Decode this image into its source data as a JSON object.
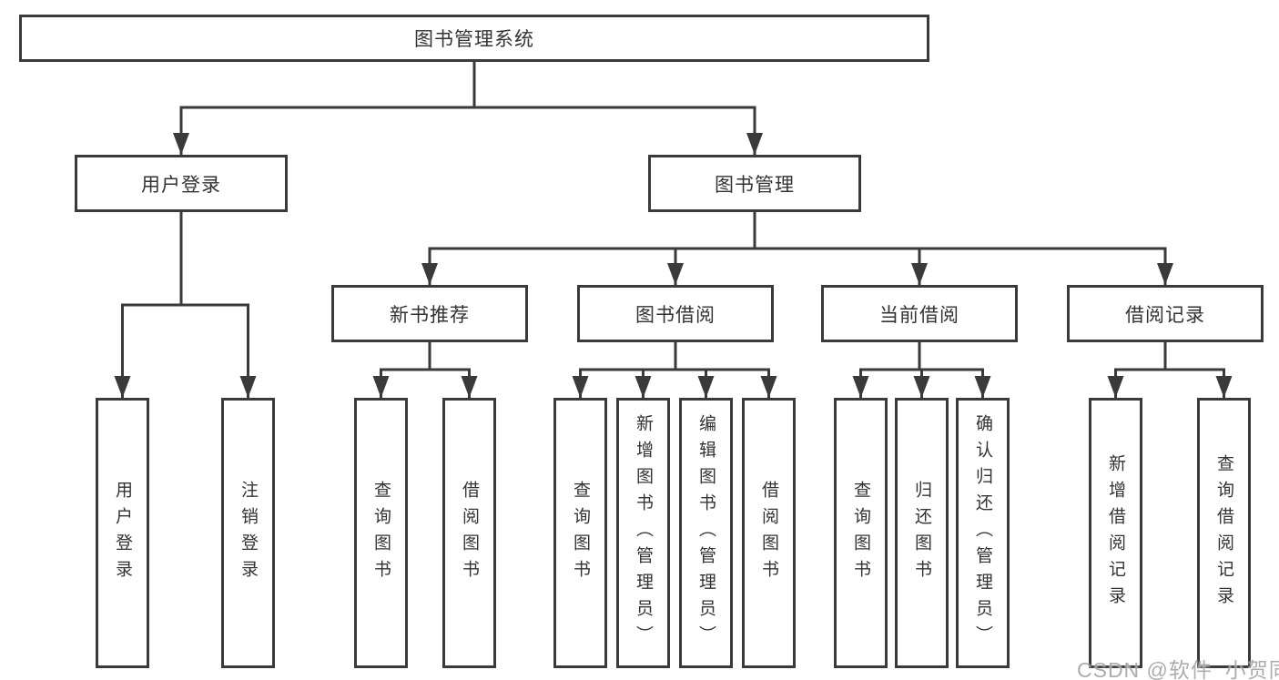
{
  "diagram": {
    "root": {
      "label": "图书管理系统"
    },
    "level2": [
      {
        "id": "user-login",
        "label": "用户登录"
      },
      {
        "id": "book-management",
        "label": "图书管理"
      }
    ],
    "level3": [
      {
        "id": "new-book-recommend",
        "label": "新书推荐"
      },
      {
        "id": "book-borrow",
        "label": "图书借阅"
      },
      {
        "id": "current-borrow",
        "label": "当前借阅"
      },
      {
        "id": "borrow-records",
        "label": "借阅记录"
      }
    ],
    "leaves": {
      "login": [
        "用户登录",
        "注销登录"
      ],
      "recommend": [
        "查询图书",
        "借阅图书"
      ],
      "borrow": [
        "查询图书",
        "新增图书（管理员）",
        "编辑图书（管理员）",
        "借阅图书"
      ],
      "current": [
        "查询图书",
        "归还图书",
        "确认归还（管理员）"
      ],
      "records": [
        "新增借阅记录",
        "查询借阅记录"
      ]
    }
  },
  "watermark": {
    "text": "CSDN @软件_小贺同学"
  },
  "colors": {
    "line": "#3a3a3a",
    "text": "#333333",
    "box_background": "#ffffff",
    "watermark_text": "#969696"
  }
}
